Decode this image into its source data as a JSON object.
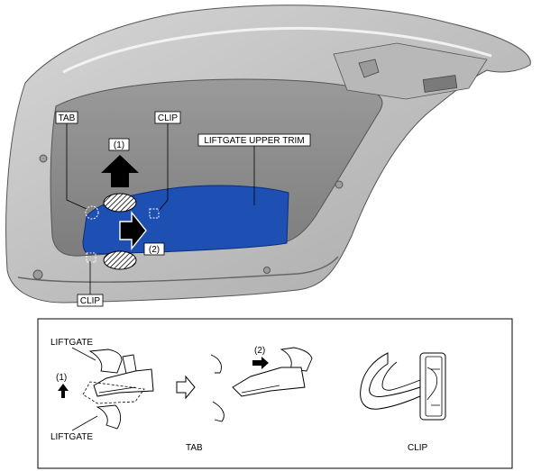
{
  "main_figure": {
    "labels": {
      "tab": "TAB",
      "clip_top": "CLIP",
      "clip_bottom": "CLIP",
      "trim": "LIFTGATE UPPER TRIM",
      "step1": "(1)",
      "step2": "(2)"
    },
    "colors": {
      "trim_fill": "#1e4fb3",
      "panel_fill": "#8f8f8f",
      "frame_fill": "#c4c4c4"
    },
    "icons": [
      "up-arrow-icon",
      "right-arrow-icon",
      "hatched-hand-grip-icon"
    ]
  },
  "detail_box": {
    "tab_section": {
      "label_liftgate_top": "LIFTGATE",
      "label_liftgate_bottom": "LIFTGATE",
      "step1": "(1)",
      "step2": "(2)",
      "caption": "TAB"
    },
    "clip_section": {
      "caption": "CLIP"
    },
    "icons": [
      "outline-right-arrow-icon",
      "small-up-arrow-icon",
      "small-right-arrow-icon"
    ]
  }
}
